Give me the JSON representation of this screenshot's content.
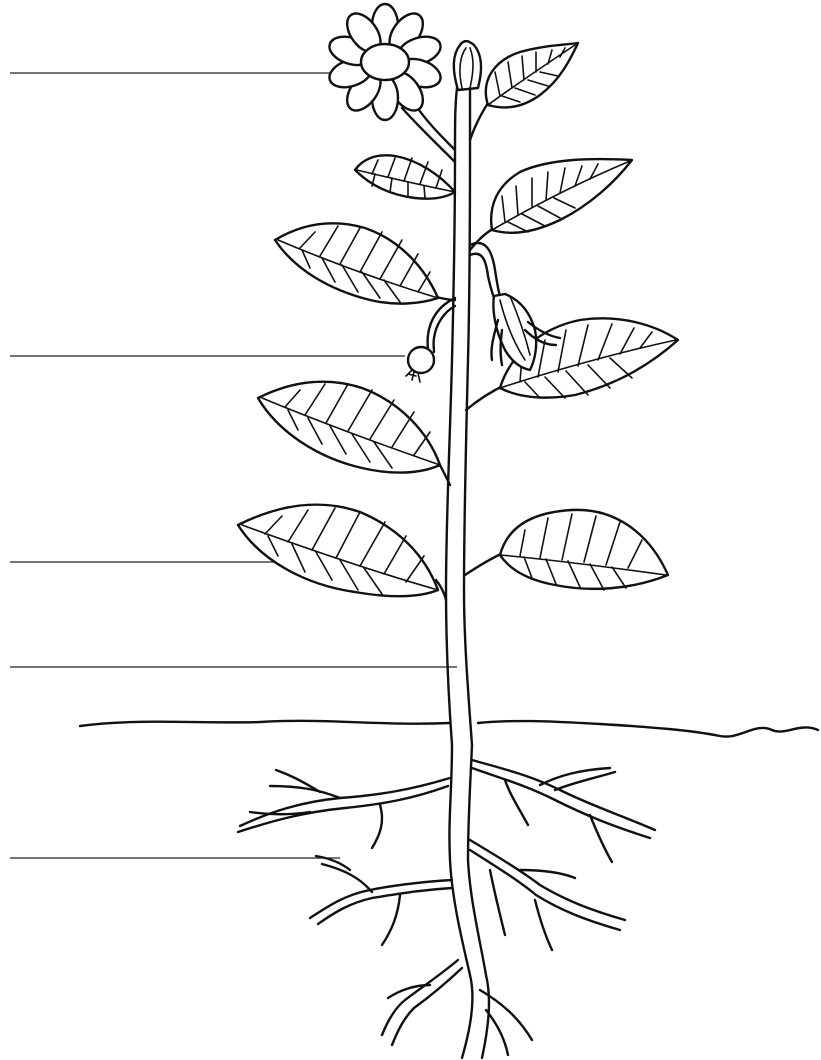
{
  "worksheet": {
    "labels": [
      {
        "id": "flower",
        "text": ""
      },
      {
        "id": "fruit",
        "text": ""
      },
      {
        "id": "leaf",
        "text": ""
      },
      {
        "id": "stem",
        "text": ""
      },
      {
        "id": "roots",
        "text": ""
      }
    ]
  }
}
